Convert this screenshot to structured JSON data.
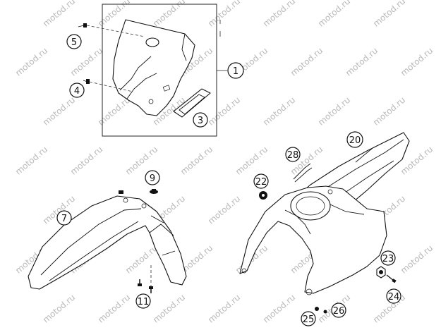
{
  "watermark": "motod.ru",
  "callouts": {
    "c1": "1",
    "c3": "3",
    "c4": "4",
    "c5": "5",
    "c7": "7",
    "c9": "9",
    "c11": "11",
    "c20": "20",
    "c22": "22",
    "c23": "23",
    "c24": "24",
    "c25": "25",
    "c26": "26",
    "c28": "28"
  }
}
